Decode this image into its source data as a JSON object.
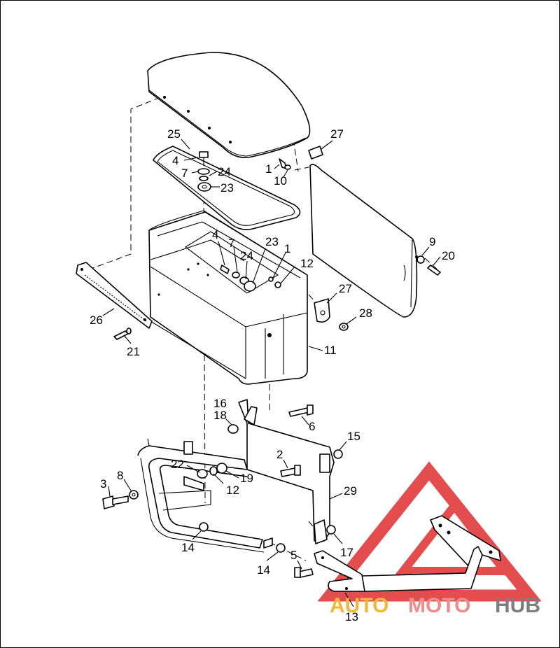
{
  "labels": {
    "l1a": "1",
    "l1b": "1",
    "l2": "2",
    "l3": "3",
    "l4a": "4",
    "l4b": "4",
    "l5": "5",
    "l6": "6",
    "l7a": "7",
    "l7b": "7",
    "l8": "8",
    "l9": "9",
    "l10": "10",
    "l11": "11",
    "l12a": "12",
    "l12b": "12",
    "l13": "13",
    "l14a": "14",
    "l14b": "14",
    "l15": "15",
    "l16": "16",
    "l17": "17",
    "l18": "18",
    "l19": "19",
    "l20": "20",
    "l21": "21",
    "l22": "22",
    "l23a": "23",
    "l23b": "23",
    "l24a": "24",
    "l24b": "24",
    "l25": "25",
    "l26": "26",
    "l27a": "27",
    "l27b": "27",
    "l28": "28",
    "l29": "29"
  },
  "watermark": {
    "auto": "AUTO",
    "moto": "MOTO",
    "hub": "HUB"
  },
  "colors": {
    "watermark_red": "#e03a3a",
    "watermark_orange": "#f3b63c",
    "watermark_gray": "#7e7e7e"
  }
}
